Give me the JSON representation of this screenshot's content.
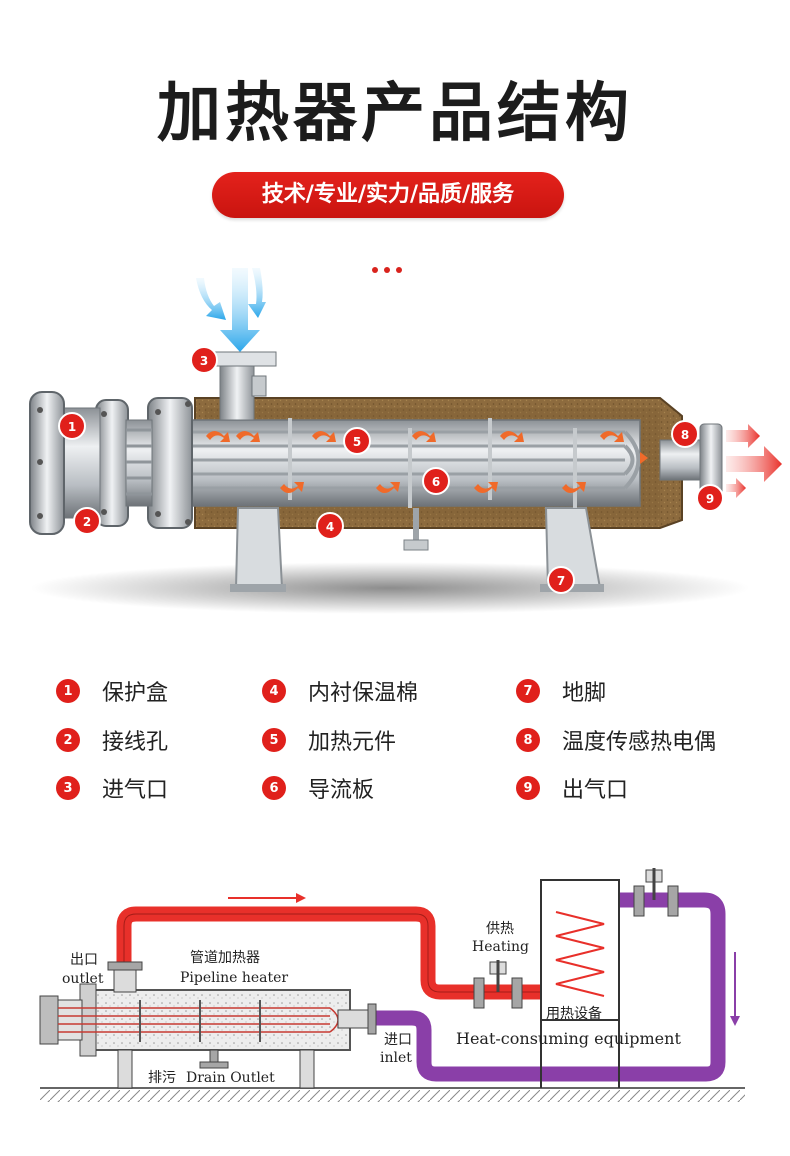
{
  "header": {
    "title": "加热器产品结构",
    "tagline": "技术/专业/实力/品质/服务"
  },
  "colors": {
    "accent": "#e0201b",
    "hot_pipe": "#e8302a",
    "return_pipe": "#8a3fa8",
    "insulation": "#8a6a3c"
  },
  "parts": [
    {
      "num": "1",
      "label": "保护盒"
    },
    {
      "num": "2",
      "label": "接线孔"
    },
    {
      "num": "3",
      "label": "进气口"
    },
    {
      "num": "4",
      "label": "内衬保温棉"
    },
    {
      "num": "5",
      "label": "加热元件"
    },
    {
      "num": "6",
      "label": "导流板"
    },
    {
      "num": "7",
      "label": "地脚"
    },
    {
      "num": "8",
      "label": "温度传感热电偶"
    },
    {
      "num": "9",
      "label": "出气口"
    }
  ],
  "diagram": {
    "outlet_cn": "出口",
    "outlet_en": "outlet",
    "heater_cn": "管道加热器",
    "heater_en": "Pipeline heater",
    "supply_cn": "供热",
    "supply_en": "Heating",
    "equipment_cn": "用热设备",
    "equipment_en": "Heat-consuming equipment",
    "inlet_cn": "进口",
    "inlet_en": "inlet",
    "drain_cn": "排污",
    "drain_en": "Drain Outlet"
  }
}
